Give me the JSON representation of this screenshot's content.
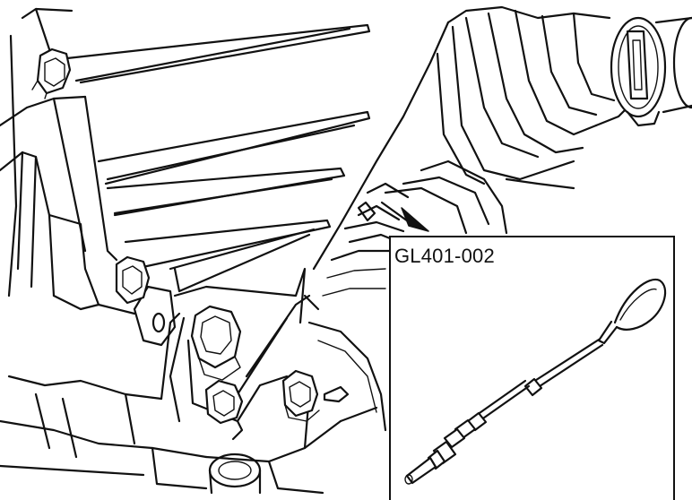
{
  "inset": {
    "tool_code": "GL401-002"
  },
  "parts": {
    "callout_arrow": "callout-arrow",
    "tool": "oil-dipstick-tool",
    "housing": "transmission-housing",
    "boot": "cv-joint-boot",
    "bolts": [
      "housing-bolt-top",
      "housing-bolt-middle",
      "bracket-bolt-large",
      "bracket-bolt-lower",
      "bracket-bolt-right"
    ]
  },
  "colors": {
    "line": "#111111",
    "background": "#ffffff"
  }
}
